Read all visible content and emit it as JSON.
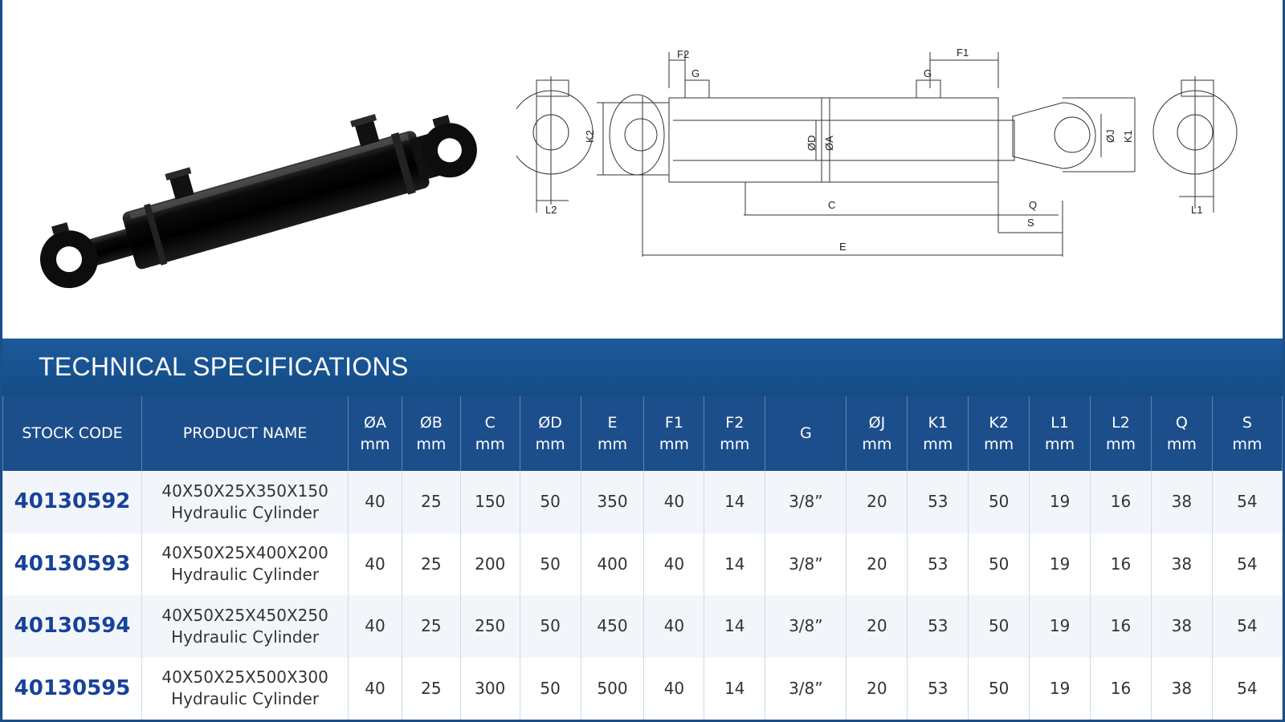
{
  "banner": {
    "title": "TECHNICAL SPECIFICATIONS"
  },
  "drawing_labels": {
    "f2": "F2",
    "g_left": "G",
    "f1": "F1",
    "g_right": "G",
    "k2": "K2",
    "od": "ØD",
    "oa": "ØA",
    "oj": "ØJ",
    "k1": "K1",
    "c": "C",
    "q": "Q",
    "s": "S",
    "e": "E",
    "l2": "L2",
    "l1": "L1"
  },
  "table": {
    "headers": [
      {
        "name": "STOCK CODE",
        "unit": ""
      },
      {
        "name": "PRODUCT NAME",
        "unit": ""
      },
      {
        "name": "ØA",
        "unit": "mm"
      },
      {
        "name": "ØB",
        "unit": "mm"
      },
      {
        "name": "C",
        "unit": "mm"
      },
      {
        "name": "ØD",
        "unit": "mm"
      },
      {
        "name": "E",
        "unit": "mm"
      },
      {
        "name": "F1",
        "unit": "mm"
      },
      {
        "name": "F2",
        "unit": "mm"
      },
      {
        "name": "G",
        "unit": ""
      },
      {
        "name": "ØJ",
        "unit": "mm"
      },
      {
        "name": "K1",
        "unit": "mm"
      },
      {
        "name": "K2",
        "unit": "mm"
      },
      {
        "name": "L1",
        "unit": "mm"
      },
      {
        "name": "L2",
        "unit": "mm"
      },
      {
        "name": "Q",
        "unit": "mm"
      },
      {
        "name": "S",
        "unit": "mm"
      }
    ],
    "rows": [
      {
        "stock": "40130592",
        "name1": "40X50X25X350X150",
        "name2": "Hydraulic Cylinder",
        "a": "40",
        "b": "25",
        "c": "150",
        "d": "50",
        "e": "350",
        "f1": "40",
        "f2": "14",
        "g": "3/8”",
        "j": "20",
        "k1": "53",
        "k2": "50",
        "l1": "19",
        "l2": "16",
        "q": "38",
        "s": "54"
      },
      {
        "stock": "40130593",
        "name1": "40X50X25X400X200",
        "name2": "Hydraulic Cylinder",
        "a": "40",
        "b": "25",
        "c": "200",
        "d": "50",
        "e": "400",
        "f1": "40",
        "f2": "14",
        "g": "3/8”",
        "j": "20",
        "k1": "53",
        "k2": "50",
        "l1": "19",
        "l2": "16",
        "q": "38",
        "s": "54"
      },
      {
        "stock": "40130594",
        "name1": "40X50X25X450X250",
        "name2": "Hydraulic Cylinder",
        "a": "40",
        "b": "25",
        "c": "250",
        "d": "50",
        "e": "450",
        "f1": "40",
        "f2": "14",
        "g": "3/8”",
        "j": "20",
        "k1": "53",
        "k2": "50",
        "l1": "19",
        "l2": "16",
        "q": "38",
        "s": "54"
      },
      {
        "stock": "40130595",
        "name1": "40X50X25X500X300",
        "name2": "Hydraulic Cylinder",
        "a": "40",
        "b": "25",
        "c": "300",
        "d": "50",
        "e": "500",
        "f1": "40",
        "f2": "14",
        "g": "3/8”",
        "j": "20",
        "k1": "53",
        "k2": "50",
        "l1": "19",
        "l2": "16",
        "q": "38",
        "s": "54"
      }
    ]
  }
}
